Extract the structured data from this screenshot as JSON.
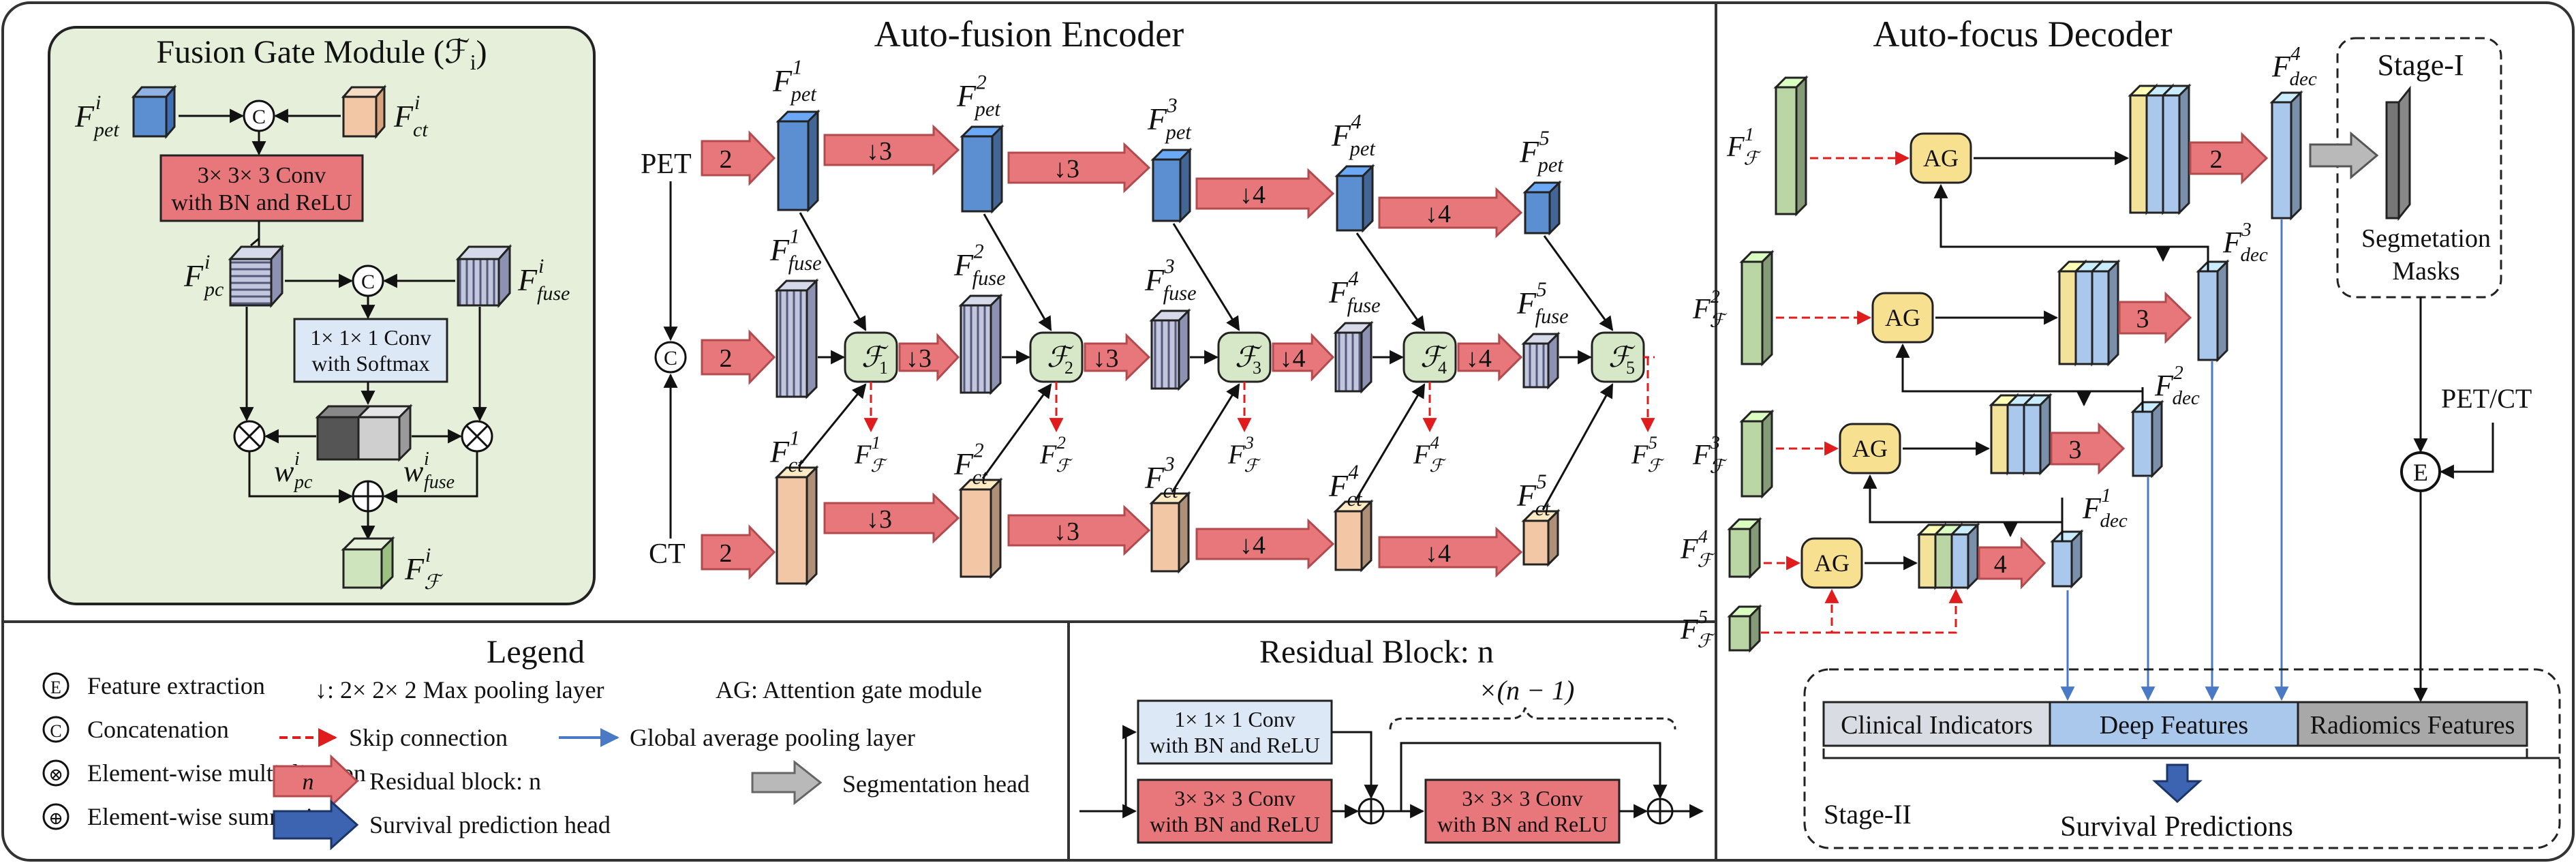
{
  "colors": {
    "panel_border": "#333333",
    "fusion_bg": "#e6efd9",
    "pet_blue": "#5b8fd1",
    "ct_peach": "#f2c7a5",
    "fuse_lav": "#aeb3d0",
    "fusion_green": "#d6e8c8",
    "ag_yellow": "#f7e08f",
    "res_red": "#e8777b",
    "skip_red": "#e01c1c",
    "gap_blue": "#4a7ac6",
    "seg_gray": "#b9b9b9",
    "clinical_gray": "#d9dce3",
    "deep_blue": "#aac8ec",
    "radiomics_gray": "#a8a8a8"
  },
  "encoder": {
    "title": "Auto-fusion Encoder",
    "input_pet": "PET",
    "input_ct": "CT",
    "concat_symbol": "C",
    "stem_label": "2",
    "pet_labels": [
      "F",
      "F",
      "F",
      "F",
      "F"
    ],
    "pet_sup": [
      "1",
      "2",
      "3",
      "4",
      "5"
    ],
    "pet_sub": "pet",
    "fuse_sub": "fuse",
    "ct_sub": "ct",
    "fusion_symbol": "ℱ",
    "fusion_sub": [
      "1",
      "2",
      "3",
      "4",
      "5"
    ],
    "down_labels": [
      "↓3",
      "↓3",
      "↓4",
      "↓4"
    ],
    "fusion_out_labels": [
      "1",
      "2",
      "3",
      "4",
      "5"
    ]
  },
  "fusion_gate": {
    "title": "Fusion Gate Module (ℱ",
    "title_sub": "i",
    "title_end": ")",
    "conv3_line1": "3× 3× 3 Conv",
    "conv3_line2": "with BN and ReLU",
    "conv1_line1": "1× 1× 1 Conv",
    "conv1_line2": "with Softmax",
    "concat_symbol": "C",
    "sup": "i",
    "w_pc": "w",
    "w_fuse": "w"
  },
  "decoder": {
    "title": "Auto-focus Decoder",
    "ag_label": "AG",
    "stage1_title": "Stage-I",
    "seg_line1": "Segmetation",
    "seg_line2": "Masks",
    "petct_label": "PET/CT",
    "extract_symbol": "E",
    "up_labels": [
      "4",
      "3",
      "3",
      "2"
    ],
    "dec_sub": "dec",
    "dec_sup": [
      "1",
      "2",
      "3",
      "4"
    ],
    "feat_sup": [
      "1",
      "2",
      "3",
      "4",
      "5"
    ],
    "stage2_title": "Stage-II",
    "clinical": "Clinical Indicators",
    "deep": "Deep Features",
    "radiomics": "Radiomics Features",
    "survival": "Survival Predictions"
  },
  "legend": {
    "title": "Legend",
    "items": [
      {
        "symbol": "E",
        "text": "Feature extraction"
      },
      {
        "symbol": "C",
        "text": "Concatenation"
      },
      {
        "symbol": "⊗",
        "text": "Element-wise multiplication"
      },
      {
        "symbol": "⊕",
        "text": "Element-wise summation"
      }
    ],
    "maxpool": "↓: 2× 2× 2 Max pooling layer",
    "ag": "AG: Attention gate module",
    "skip": "Skip connection",
    "gap": "Global average pooling layer",
    "res_symbol": "n",
    "res": "Residual block: n",
    "seg": "Segmentation head",
    "surv": "Survival prediction head"
  },
  "residual": {
    "title": "Residual Block: n",
    "conv1_line1": "1× 1× 1 Conv",
    "conv1_line2": "with BN and ReLU",
    "conv3_line1": "3× 3× 3 Conv",
    "conv3_line2": "with BN and ReLU",
    "repeat": "×(n − 1)"
  }
}
